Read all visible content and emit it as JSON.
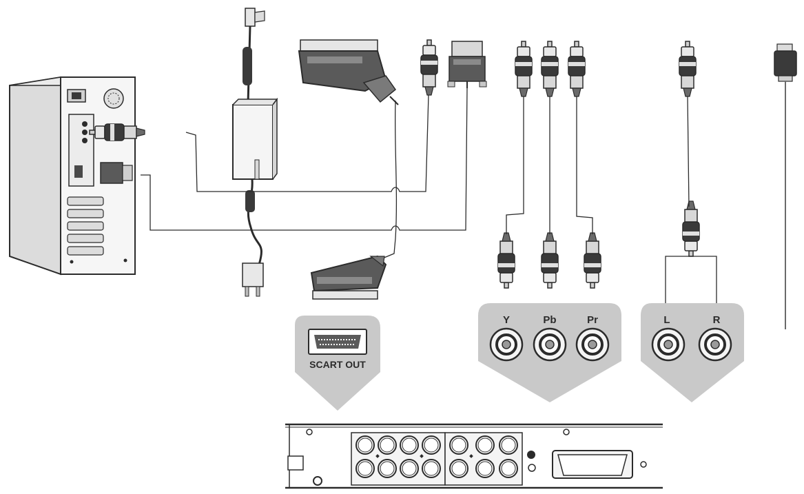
{
  "panels": {
    "scart": {
      "label": "SCART OUT"
    },
    "component": {
      "y": "Y",
      "pb": "Pb",
      "pr": "Pr"
    },
    "audio": {
      "left": "L",
      "right": "R"
    }
  },
  "colors": {
    "line": "#2b2b2b",
    "panel": "#c9c9c9",
    "metal": "#bdbdbd",
    "dark": "#3a3a3a",
    "light": "#efefef"
  },
  "icons": [
    "pc-tower-icon",
    "power-adapter-icon",
    "scart-plug-icon",
    "rca-plug-icon",
    "vga-plug-icon",
    "optical-plug-icon",
    "rca-jack-icon",
    "dvd-player-rear-panel-icon"
  ]
}
